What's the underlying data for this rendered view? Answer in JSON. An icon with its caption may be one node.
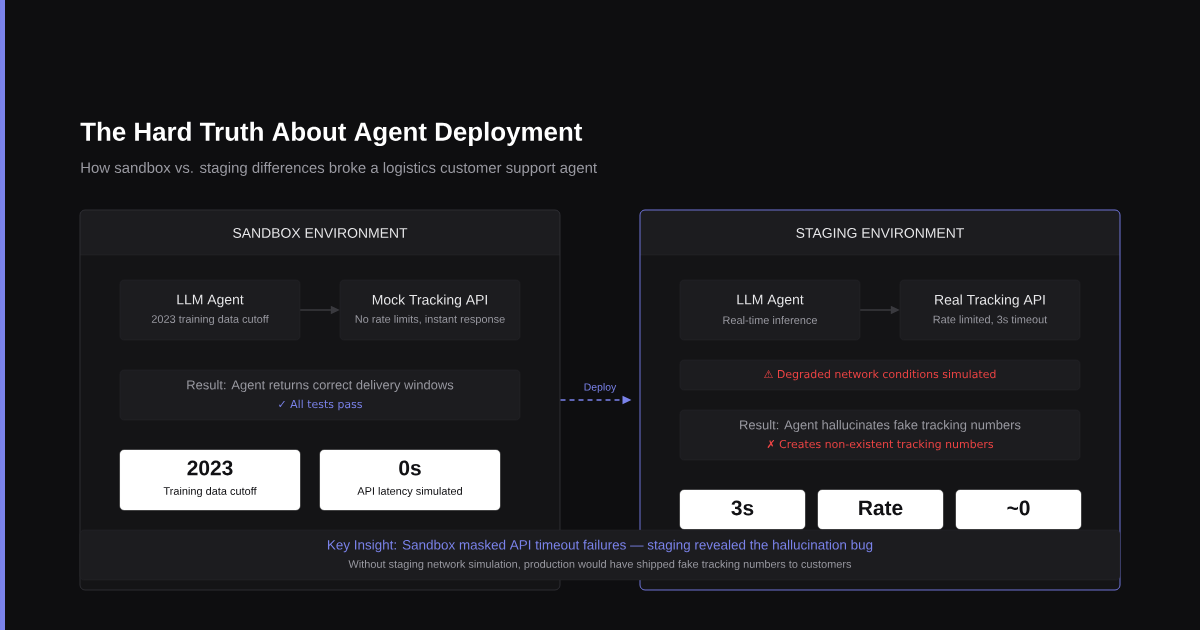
{
  "diagram": {
    "title": "The Hard Truth About Agent Deployment",
    "nodes": [
      {
        "text": [
          "SANDBOX ENVIRONMENT"
        ]
      },
      {
        "text": [
          "LLM Agent",
          "2023 training data cutoff"
        ],
        "in": 0
      },
      {
        "text": [
          "Mock Tracking API",
          "No rate limits, instant response"
        ],
        "in": 0
      },
      {
        "text": [
          "Result: Agent returns correct delivery windows",
          "✓ All tests pass"
        ],
        "in": 0
      },
      {
        "text": [
          "2023",
          "Training data cutoff"
        ],
        "in": 0
      },
      {
        "text": [
          "0s",
          "API latency simulated"
        ],
        "in": 0
      },
      {
        "text": [
          "STAGING ENVIRONMENT"
        ]
      },
      {
        "text": [
          "LLM Agent",
          "Real-time inference"
        ],
        "in": 6
      },
      {
        "text": [
          "Real Tracking API",
          "Rate limited, 3s timeout"
        ],
        "in": 6
      },
      {
        "text": [
          "⚠ Degraded network conditions simulated"
        ],
        "in": 6
      },
      {
        "text": [
          "Result: Agent hallucinates fake tracking numbers",
          "✗ Creates non-existent tracking numbers"
        ],
        "in": 6
      },
      {
        "text": [
          "3s"
        ],
        "in": 6
      },
      {
        "text": [
          "Rate"
        ],
        "in": 6
      },
      {
        "text": [
          "~0"
        ],
        "in": 6
      },
      {
        "text": [
          "Key Insight: Sandbox masked API timeout failures — staging revealed the hallucination bug",
          "Without staging network simulation, production would have shipped fake tracking numbers to customers"
        ]
      }
    ],
    "edges": [
      {
        "from": 1,
        "to": 2,
        "arrow": "to"
      },
      {
        "from": 7,
        "to": 8,
        "arrow": "to"
      },
      {
        "from": 0,
        "to": 6,
        "arrow": "to",
        "label": "Deploy",
        "style": "dashed",
        "color": "#7b83eb"
      }
    ],
    "labels": [
      "How sandbox vs. staging differences broke a logistics customer support agent"
    ]
  }
}
